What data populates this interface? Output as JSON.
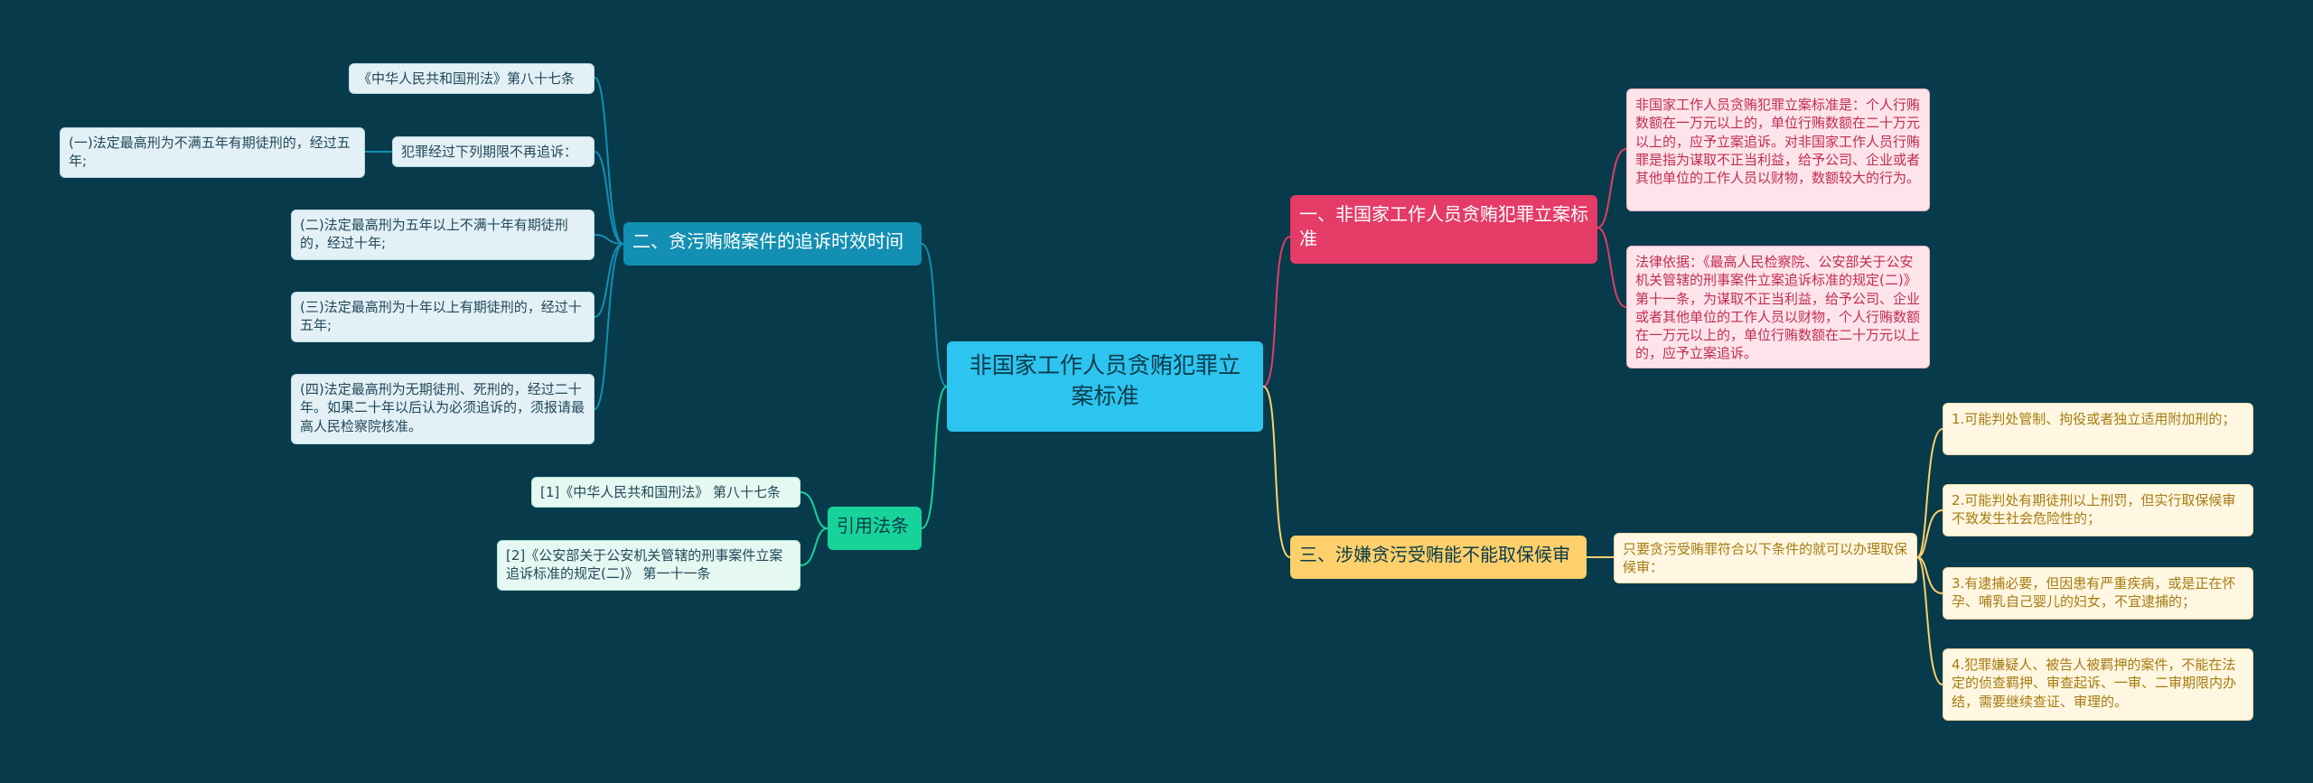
{
  "center": "非国家工作人员贪贿犯罪立案标准",
  "branch1": {
    "title": "一、非国家工作人员贪贿犯罪立案标准",
    "items": [
      "非国家工作人员贪贿犯罪立案标准是：个人行贿数额在一万元以上的，单位行贿数额在二十万元以上的，应予立案追诉。对非国家工作人员行贿罪是指为谋取不正当利益，给予公司、企业或者其他单位的工作人员以财物，数额较大的行为。",
      "法律依据：《最高人民检察院、公安部关于公安机关管辖的刑事案件立案追诉标准的规定(二)》第十一条，为谋取不正当利益，给予公司、企业或者其他单位的工作人员以财物，个人行贿数额在一万元以上的，单位行贿数额在二十万元以上的，应予立案追诉。"
    ]
  },
  "branch3": {
    "title": "三、涉嫌贪污受贿能不能取保候审",
    "sub": "只要贪污受贿罪符合以下条件的就可以办理取保候审：",
    "items": [
      "1.可能判处管制、拘役或者独立适用附加刑的；",
      "2.可能判处有期徒刑以上刑罚，但实行取保候审不致发生社会危险性的；",
      "3.有逮捕必要，但因患有严重疾病，或是正在怀孕、哺乳自己婴儿的妇女，不宜逮捕的；",
      "4.犯罪嫌疑人、被告人被羁押的案件，不能在法定的侦查羁押、审查起诉、一审、二审期限内办结，需要继续查证、审理的。"
    ]
  },
  "branch2": {
    "title": "二、贪污贿赂案件的追诉时效时间",
    "law": "《中华人民共和国刑法》第八十七条",
    "sub": "犯罪经过下列期限不再追诉：",
    "sub_child": "(一)法定最高刑为不满五年有期徒刑的，经过五年;",
    "items": [
      "(二)法定最高刑为五年以上不满十年有期徒刑的，经过十年;",
      "(三)法定最高刑为十年以上有期徒刑的，经过十五年;",
      "(四)法定最高刑为无期徒刑、死刑的，经过二十年。如果二十年以后认为必须追诉的，须报请最高人民检察院核准。"
    ]
  },
  "branch4": {
    "title": "引用法条",
    "items": [
      "[1]《中华人民共和国刑法》 第八十七条",
      "[2]《公安部关于公安机关管辖的刑事案件立案追诉标准的规定(二)》 第一十一条"
    ]
  },
  "colors": {
    "background": "#073b4c",
    "center": "#2ec4f0",
    "branch1": "#e43b67",
    "branch2": "#138fb3",
    "branch3": "#fdd06b",
    "branch4": "#17d39a"
  }
}
